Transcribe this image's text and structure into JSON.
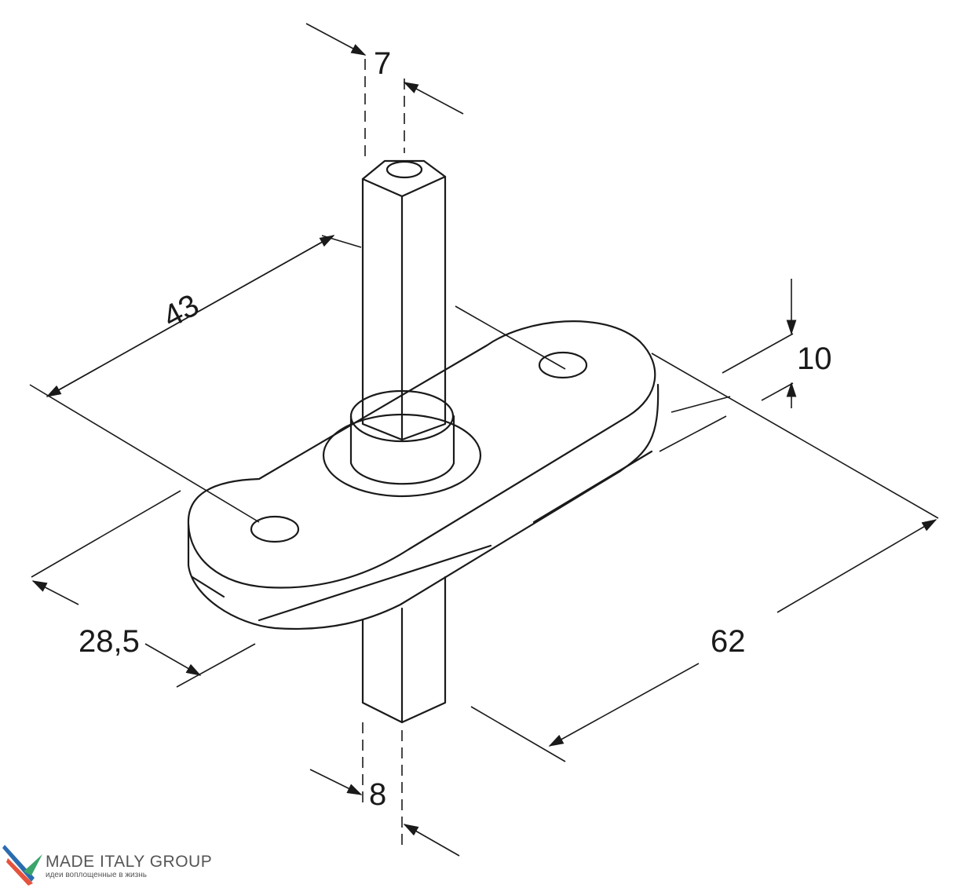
{
  "drawing": {
    "dimensions": {
      "top_shaft_width": "7",
      "plate_length_between_holes": "43",
      "plate_thickness": "10",
      "plate_width": "28,5",
      "plate_length": "62",
      "bottom_shaft_width": "8"
    }
  },
  "logo": {
    "title": "MADE ITALY GROUP",
    "tagline": "идеи воплощенные в жизнь",
    "colors": {
      "blue": "#2b6cb0",
      "red": "#e5533d",
      "green": "#3aa56a"
    }
  }
}
